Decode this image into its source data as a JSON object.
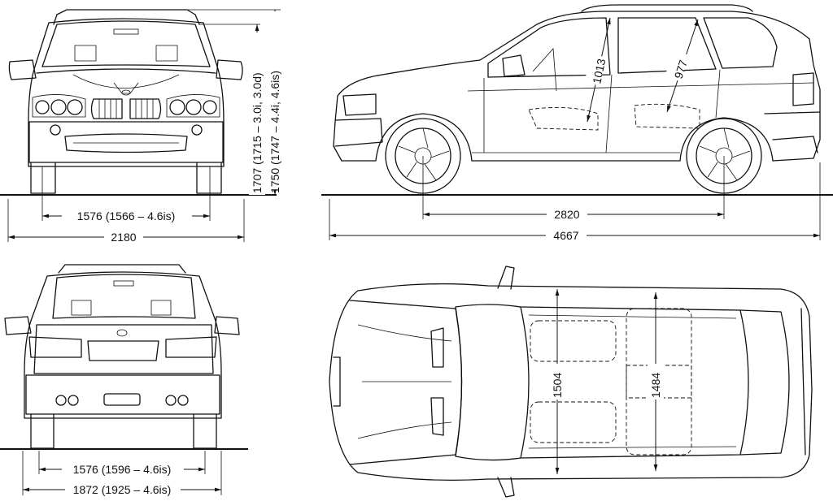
{
  "front": {
    "track": "1576 (1566 – 4.6is)",
    "width": "2180",
    "height_a": "1707 (1715 – 3.0i, 3.0d)",
    "height_b": "1750 (1747 – 4.4i, 4.6is)"
  },
  "side": {
    "wheelbase": "2820",
    "length": "4667",
    "front_seat": "1013",
    "rear_seat": "977"
  },
  "rear": {
    "track": "1576 (1596 – 4.6is)",
    "width": "1872 (1925 – 4.6is)"
  },
  "top": {
    "front_cabin_width": "1504",
    "rear_cabin_width": "1484"
  }
}
